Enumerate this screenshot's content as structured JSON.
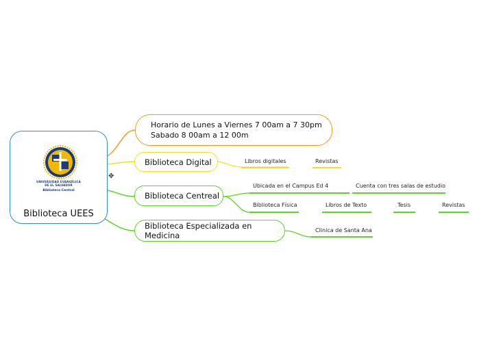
{
  "root": {
    "title": "Biblioteca UEES",
    "logo_line1": "UNIVERSIDAD EVANGÉLICA",
    "logo_line2": "DE EL SALVADOR",
    "logo_sub": "Biblioteca Central"
  },
  "branches": {
    "horario": {
      "line1": "Horario de Lunes a Viernes 7 00am a 7 30pm",
      "line2": "Sabado 8 00am a 12 00m",
      "color": "#f39c12"
    },
    "digital": {
      "label": "Biblioteca Digital",
      "color": "#f4e01a",
      "children": [
        "Libros digitales",
        "Revistas"
      ]
    },
    "central": {
      "label": "Biblioteca Centreal",
      "color": "#5ad622",
      "children": [
        "Ubicada en el Campus Ed 4",
        "Cuenta con tres salas de estudio",
        "Biblioteca Física",
        "Libros de Texto",
        "Tesis",
        "Revistas"
      ]
    },
    "medicina": {
      "label": "Biblioteca Especializada en Medicina",
      "color": "#5ad622",
      "children": [
        "Clinica de Santa Ana"
      ]
    }
  },
  "colors": {
    "root_border": "#2f8fd0",
    "orange": "#f39c12",
    "yellow": "#f4e01a",
    "green": "#5ad622"
  }
}
